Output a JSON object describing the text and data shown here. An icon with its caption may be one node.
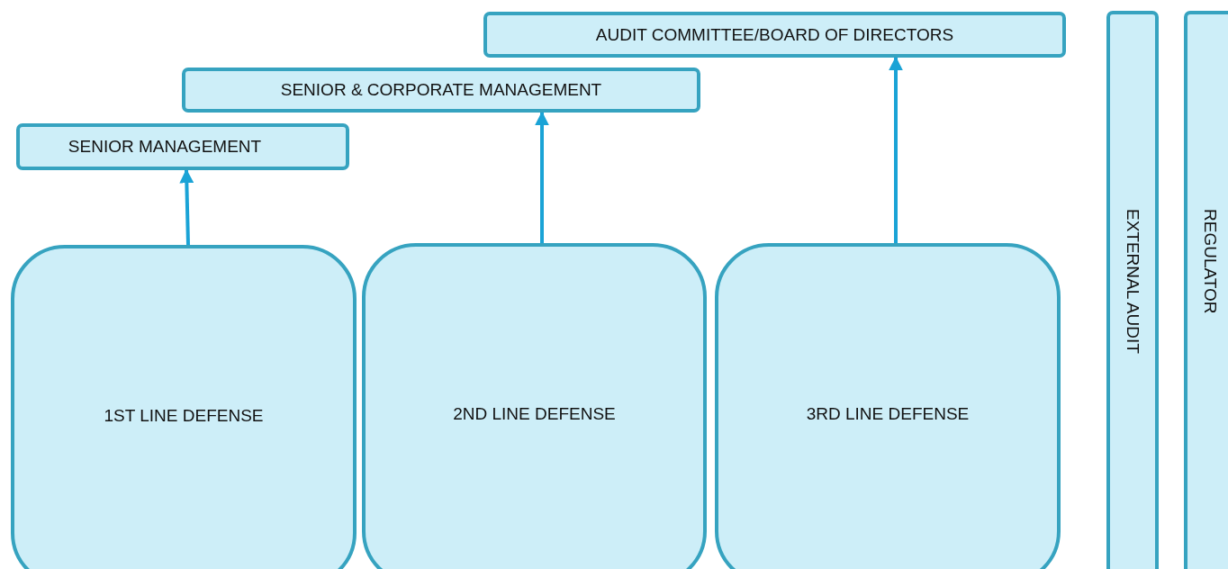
{
  "diagram": {
    "nodes": [
      {
        "text": [
          "AUDIT COMMITTEE/BOARD OF DIRECTORS"
        ]
      },
      {
        "text": [
          "SENIOR & CORPORATE MANAGEMENT"
        ]
      },
      {
        "text": [
          "SENIOR MANAGEMENT"
        ]
      },
      {
        "text": [
          "1ST LINE DEFENSE"
        ]
      },
      {
        "text": [
          "2ND LINE DEFENSE"
        ]
      },
      {
        "text": [
          "3RD LINE DEFENSE"
        ]
      },
      {
        "text": [
          "EXTERNAL AUDIT"
        ]
      },
      {
        "text": [
          "REGULATOR"
        ]
      }
    ],
    "edges": [
      {
        "from": 3,
        "to": 2,
        "arrow": "to"
      },
      {
        "from": 4,
        "to": 1,
        "arrow": "to"
      },
      {
        "from": 5,
        "to": 0,
        "arrow": "to"
      }
    ]
  }
}
